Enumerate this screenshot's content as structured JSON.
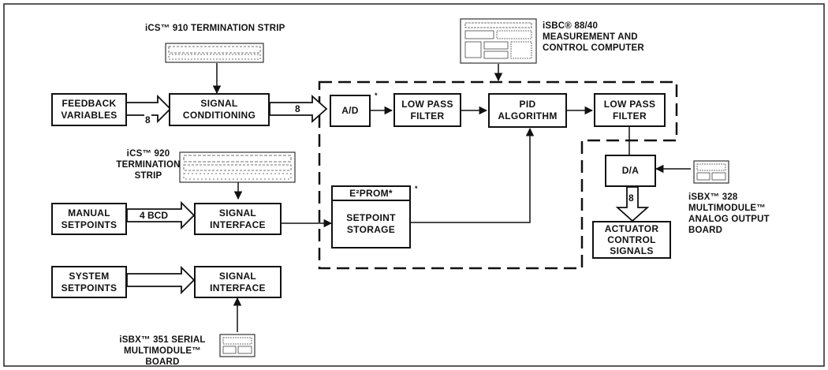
{
  "blocks": {
    "feedback": "FEEDBACK\nVARIABLES",
    "signal_conditioning": "SIGNAL\nCONDITIONING",
    "ad": "A/D",
    "lpf1": "LOW PASS\nFILTER",
    "pid": "PID\nALGORITHM",
    "lpf2": "LOW PASS\nFILTER",
    "manual_setpoints": "MANUAL\nSETPOINTS",
    "signal_interface_1": "SIGNAL\nINTERFACE",
    "eeprom_title": "E²PROM*",
    "setpoint_storage": "SETPOINT\nSTORAGE",
    "da": "D/A",
    "actuator": "ACTUATOR\nCONTROL\nSIGNALS",
    "system_setpoints": "SYSTEM\nSETPOINTS",
    "signal_interface_2": "SIGNAL\nINTERFACE"
  },
  "labels": {
    "ics910": "iCS™ 910 TERMINATION STRIP",
    "isbc": "iSBC® 88/40\nMEASUREMENT AND\nCONTROL COMPUTER",
    "ics920": "iCS™ 920\nTERMINATION\nSTRIP",
    "isbx328": "iSBX™ 328\nMULTIMODULE™\nANALOG OUTPUT\nBOARD",
    "isbx351": "iSBX™ 351 SERIAL\nMULTIMODULE™\nBOARD"
  },
  "bus_widths": {
    "feedback_to_conditioning": "8",
    "conditioning_to_ad": "8",
    "manual_to_interface": "4 BCD",
    "da_to_actuator": "8"
  },
  "marks": {
    "ad_note": "*",
    "eeprom_note": "*"
  }
}
